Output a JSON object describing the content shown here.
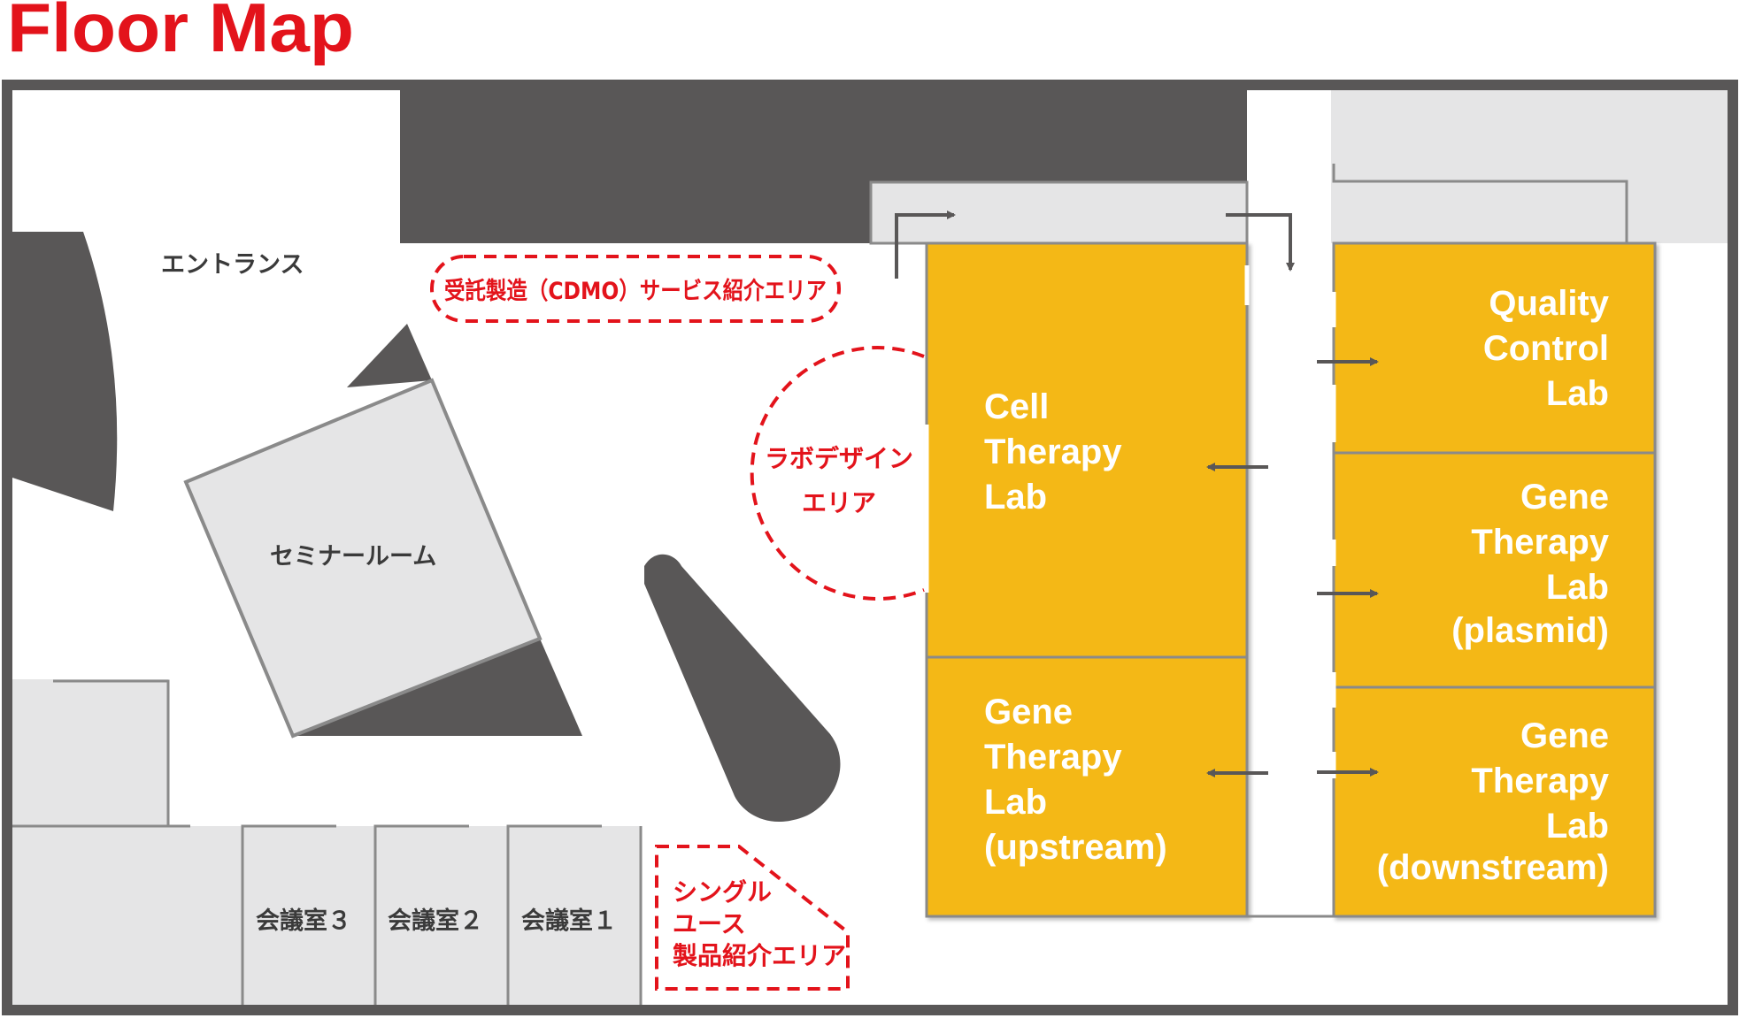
{
  "page": {
    "title": "Floor Map"
  },
  "colors": {
    "title": "#e3131b",
    "wall": "#595757",
    "room_fill": "#e5e5e6",
    "room_stroke": "#8a8a8a",
    "lab_fill": "#f4b818",
    "lab_stroke": "#8a8a8a",
    "zone_red": "#e3131b",
    "text_dark": "#3a3a3a",
    "text_white": "#ffffff"
  },
  "rooms": {
    "entrance": "エントランス",
    "seminar": "セミナールーム",
    "meeting3": "会議室３",
    "meeting2": "会議室２",
    "meeting1": "会議室１"
  },
  "zones": {
    "cdmo": "受託製造（CDMO）サービス紹介エリア",
    "lab_design": [
      "ラボデザイン",
      "エリア"
    ],
    "single_use": [
      "シングル",
      "ユース",
      "製品紹介エリア"
    ]
  },
  "labs": {
    "cell_therapy": [
      "Cell",
      "Therapy",
      "Lab"
    ],
    "gene_upstream": [
      "Gene",
      "Therapy",
      "Lab",
      "(upstream)"
    ],
    "quality_control": [
      "Quality",
      "Control",
      "Lab"
    ],
    "gene_plasmid": [
      "Gene",
      "Therapy",
      "Lab",
      "(plasmid)"
    ],
    "gene_downstream": [
      "Gene",
      "Therapy",
      "Lab",
      "(downstream)"
    ]
  },
  "icons": [
    "arrow-right-icon",
    "arrow-left-icon",
    "arrow-down-icon",
    "bent-arrow-icon"
  ]
}
